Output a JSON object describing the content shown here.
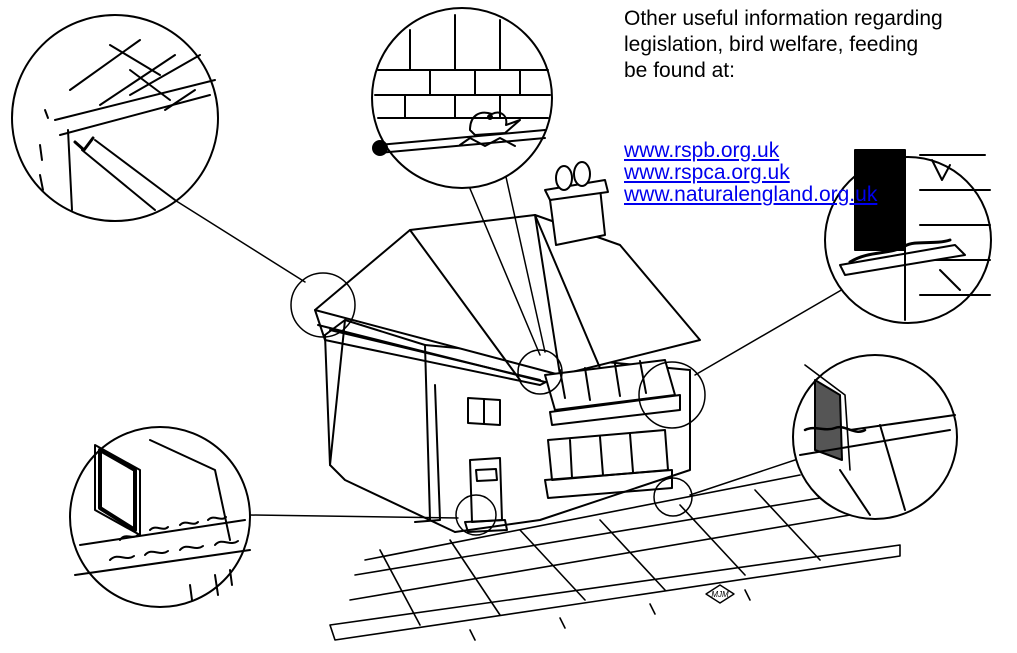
{
  "info": {
    "intro_lines": [
      "Other useful information regarding",
      "legislation, bird welfare, feeding",
      "be found at:"
    ]
  },
  "links": [
    "www.rspb.org.uk",
    "www.rspca.org.uk",
    "www.naturalengland.org.uk"
  ],
  "signature": {
    "text": "MJM"
  }
}
